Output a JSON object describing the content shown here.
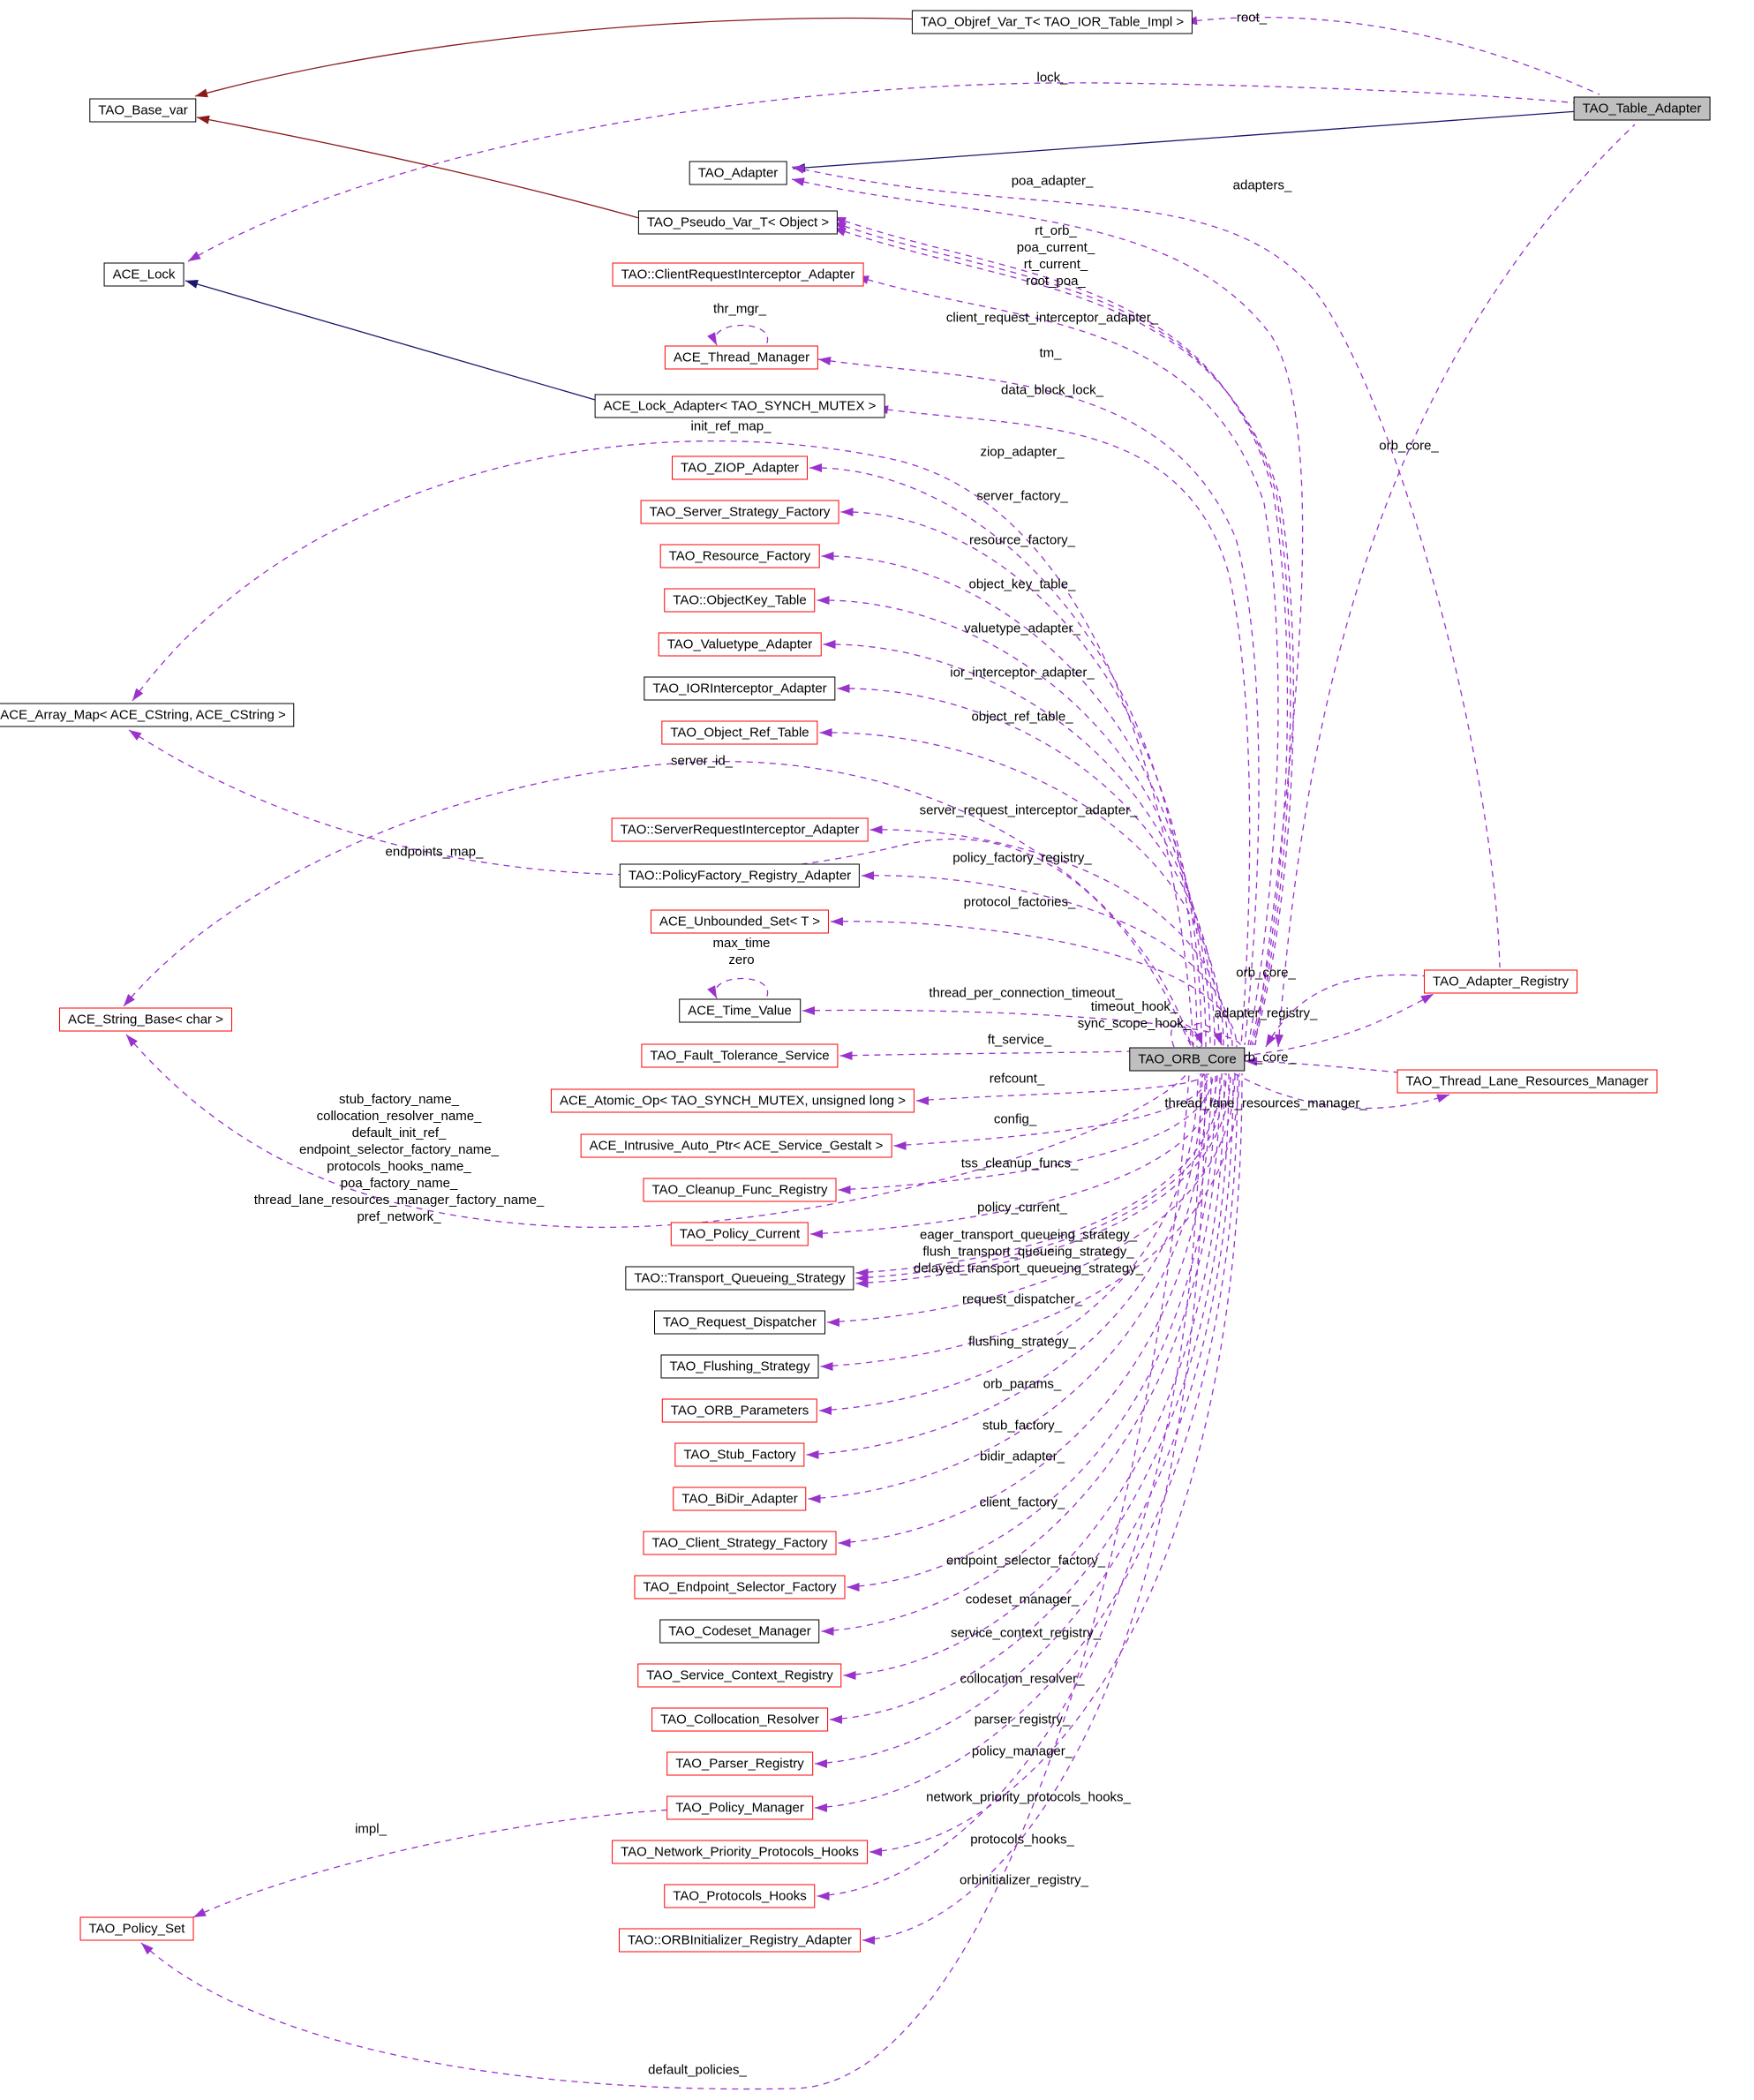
{
  "diagram": {
    "type": "doxygen-collaboration-graph",
    "central_class": "TAO_ORB_Core",
    "colors": {
      "usage_edge": "#9a32cd",
      "public_inheritance_edge": "#191970",
      "private_inheritance_edge": "#8b1a1a",
      "node_border_black": "#000000",
      "node_border_red": "#ff0000",
      "node_fill": "#ffffff",
      "highlight_fill": "#bfbfbf",
      "text": "#000000",
      "background": "#ffffff"
    },
    "nodes": [
      {
        "id": "tao_base_var",
        "label": "TAO_Base_var",
        "border": "black",
        "fill": "white"
      },
      {
        "id": "ace_lock",
        "label": "ACE_Lock",
        "border": "black",
        "fill": "white"
      },
      {
        "id": "ace_array_map",
        "label": "ACE_Array_Map< ACE_CString, ACE_CString >",
        "border": "black",
        "fill": "white"
      },
      {
        "id": "ace_string_base",
        "label": "ACE_String_Base< char >",
        "border": "red",
        "fill": "white"
      },
      {
        "id": "tao_policy_set",
        "label": "TAO_Policy_Set",
        "border": "red",
        "fill": "white"
      },
      {
        "id": "tao_objref_var_t",
        "label": "TAO_Objref_Var_T< TAO_IOR_Table_Impl >",
        "border": "black",
        "fill": "white"
      },
      {
        "id": "tao_table_adapter",
        "label": "TAO_Table_Adapter",
        "border": "black",
        "fill": "gray"
      },
      {
        "id": "tao_adapter",
        "label": "TAO_Adapter",
        "border": "black",
        "fill": "white"
      },
      {
        "id": "tao_pseudo_var_t",
        "label": "TAO_Pseudo_Var_T< Object >",
        "border": "black",
        "fill": "white"
      },
      {
        "id": "cria",
        "label": "TAO::ClientRequestInterceptor_Adapter",
        "border": "red",
        "fill": "white"
      },
      {
        "id": "ace_thread_manager",
        "label": "ACE_Thread_Manager",
        "border": "red",
        "fill": "white"
      },
      {
        "id": "ace_lock_adapter",
        "label": "ACE_Lock_Adapter< TAO_SYNCH_MUTEX >",
        "border": "black",
        "fill": "white"
      },
      {
        "id": "tao_ziop_adapter",
        "label": "TAO_ZIOP_Adapter",
        "border": "red",
        "fill": "white"
      },
      {
        "id": "tao_server_strategy_factory",
        "label": "TAO_Server_Strategy_Factory",
        "border": "red",
        "fill": "white"
      },
      {
        "id": "tao_resource_factory",
        "label": "TAO_Resource_Factory",
        "border": "red",
        "fill": "white"
      },
      {
        "id": "tao_objectkey_table",
        "label": "TAO::ObjectKey_Table",
        "border": "red",
        "fill": "white"
      },
      {
        "id": "tao_valuetype_adapter",
        "label": "TAO_Valuetype_Adapter",
        "border": "red",
        "fill": "white"
      },
      {
        "id": "tao_iorinterceptor_adapter",
        "label": "TAO_IORInterceptor_Adapter",
        "border": "black",
        "fill": "white"
      },
      {
        "id": "tao_object_ref_table",
        "label": "TAO_Object_Ref_Table",
        "border": "red",
        "fill": "white"
      },
      {
        "id": "sria",
        "label": "TAO::ServerRequestInterceptor_Adapter",
        "border": "red",
        "fill": "white"
      },
      {
        "id": "pfra",
        "label": "TAO::PolicyFactory_Registry_Adapter",
        "border": "black",
        "fill": "white"
      },
      {
        "id": "ace_unbounded_set",
        "label": "ACE_Unbounded_Set< T >",
        "border": "red",
        "fill": "white"
      },
      {
        "id": "ace_time_value",
        "label": "ACE_Time_Value",
        "border": "black",
        "fill": "white"
      },
      {
        "id": "tao_fault_tolerance_service",
        "label": "TAO_Fault_Tolerance_Service",
        "border": "red",
        "fill": "white"
      },
      {
        "id": "ace_atomic_op",
        "label": "ACE_Atomic_Op< TAO_SYNCH_MUTEX, unsigned long >",
        "border": "red",
        "fill": "white"
      },
      {
        "id": "ace_intrusive_auto_ptr",
        "label": "ACE_Intrusive_Auto_Ptr< ACE_Service_Gestalt >",
        "border": "red",
        "fill": "white"
      },
      {
        "id": "tao_cleanup_func_registry",
        "label": "TAO_Cleanup_Func_Registry",
        "border": "red",
        "fill": "white"
      },
      {
        "id": "tao_policy_current",
        "label": "TAO_Policy_Current",
        "border": "red",
        "fill": "white"
      },
      {
        "id": "tqs",
        "label": "TAO::Transport_Queueing_Strategy",
        "border": "black",
        "fill": "white"
      },
      {
        "id": "tao_request_dispatcher",
        "label": "TAO_Request_Dispatcher",
        "border": "black",
        "fill": "white"
      },
      {
        "id": "tao_flushing_strategy",
        "label": "TAO_Flushing_Strategy",
        "border": "black",
        "fill": "white"
      },
      {
        "id": "tao_orb_parameters",
        "label": "TAO_ORB_Parameters",
        "border": "red",
        "fill": "white"
      },
      {
        "id": "tao_stub_factory",
        "label": "TAO_Stub_Factory",
        "border": "red",
        "fill": "white"
      },
      {
        "id": "tao_bidir_adapter",
        "label": "TAO_BiDir_Adapter",
        "border": "red",
        "fill": "white"
      },
      {
        "id": "tao_client_strategy_factory",
        "label": "TAO_Client_Strategy_Factory",
        "border": "red",
        "fill": "white"
      },
      {
        "id": "tao_endpoint_selector_factory",
        "label": "TAO_Endpoint_Selector_Factory",
        "border": "red",
        "fill": "white"
      },
      {
        "id": "tao_codeset_manager",
        "label": "TAO_Codeset_Manager",
        "border": "black",
        "fill": "white"
      },
      {
        "id": "tao_service_context_registry",
        "label": "TAO_Service_Context_Registry",
        "border": "red",
        "fill": "white"
      },
      {
        "id": "tao_collocation_resolver",
        "label": "TAO_Collocation_Resolver",
        "border": "red",
        "fill": "white"
      },
      {
        "id": "tao_parser_registry",
        "label": "TAO_Parser_Registry",
        "border": "red",
        "fill": "white"
      },
      {
        "id": "tao_policy_manager",
        "label": "TAO_Policy_Manager",
        "border": "red",
        "fill": "white"
      },
      {
        "id": "tnpph",
        "label": "TAO_Network_Priority_Protocols_Hooks",
        "border": "red",
        "fill": "white"
      },
      {
        "id": "tao_protocols_hooks",
        "label": "TAO_Protocols_Hooks",
        "border": "red",
        "fill": "white"
      },
      {
        "id": "toira",
        "label": "TAO::ORBInitializer_Registry_Adapter",
        "border": "red",
        "fill": "white"
      },
      {
        "id": "tao_orb_core",
        "label": "TAO_ORB_Core",
        "border": "black",
        "fill": "gray"
      },
      {
        "id": "tao_adapter_registry",
        "label": "TAO_Adapter_Registry",
        "border": "red",
        "fill": "white"
      },
      {
        "id": "tlrm",
        "label": "TAO_Thread_Lane_Resources_Manager",
        "border": "red",
        "fill": "white"
      }
    ],
    "edge_labels": [
      {
        "id": "lock",
        "lines": [
          "lock_"
        ]
      },
      {
        "id": "root",
        "lines": [
          "root_"
        ]
      },
      {
        "id": "adapters",
        "lines": [
          "adapters_"
        ]
      },
      {
        "id": "poa_adapter",
        "lines": [
          "poa_adapter_"
        ]
      },
      {
        "id": "rt_orb_block",
        "lines": [
          "rt_orb_",
          "poa_current_",
          "rt_current_",
          "root_poa_"
        ]
      },
      {
        "id": "client_request_interceptor_adapter",
        "lines": [
          "client_request_interceptor_adapter_"
        ]
      },
      {
        "id": "tm",
        "lines": [
          "tm_"
        ]
      },
      {
        "id": "data_block_lock",
        "lines": [
          "data_block_lock_"
        ]
      },
      {
        "id": "thr_mgr",
        "lines": [
          "thr_mgr_"
        ]
      },
      {
        "id": "init_ref_map",
        "lines": [
          "init_ref_map_"
        ]
      },
      {
        "id": "ziop_adapter",
        "lines": [
          "ziop_adapter_"
        ]
      },
      {
        "id": "server_factory",
        "lines": [
          "server_factory_"
        ]
      },
      {
        "id": "resource_factory",
        "lines": [
          "resource_factory_"
        ]
      },
      {
        "id": "object_key_table",
        "lines": [
          "object_key_table_"
        ]
      },
      {
        "id": "valuetype_adapter",
        "lines": [
          "valuetype_adapter_"
        ]
      },
      {
        "id": "ior_interceptor_adapter",
        "lines": [
          "ior_interceptor_adapter_"
        ]
      },
      {
        "id": "object_ref_table",
        "lines": [
          "object_ref_table_"
        ]
      },
      {
        "id": "server_id",
        "lines": [
          "server_id_"
        ]
      },
      {
        "id": "server_request_interceptor_adapter",
        "lines": [
          "server_request_interceptor_adapter_"
        ]
      },
      {
        "id": "policy_factory_registry",
        "lines": [
          "policy_factory_registry_"
        ]
      },
      {
        "id": "protocol_factories",
        "lines": [
          "protocol_factories_"
        ]
      },
      {
        "id": "endpoints_map",
        "lines": [
          "endpoints_map_"
        ]
      },
      {
        "id": "max_time_zero",
        "lines": [
          "max_time",
          "zero"
        ]
      },
      {
        "id": "thread_per_connection_timeout",
        "lines": [
          "thread_per_connection_timeout_"
        ]
      },
      {
        "id": "timeout_hooks",
        "lines": [
          "timeout_hook_",
          "sync_scope_hook_"
        ]
      },
      {
        "id": "ft_service",
        "lines": [
          "ft_service_"
        ]
      },
      {
        "id": "refcount",
        "lines": [
          "refcount_"
        ]
      },
      {
        "id": "config",
        "lines": [
          "config_"
        ]
      },
      {
        "id": "tss_cleanup_funcs",
        "lines": [
          "tss_cleanup_funcs_"
        ]
      },
      {
        "id": "policy_current",
        "lines": [
          "policy_current_"
        ]
      },
      {
        "id": "queueing_strategies",
        "lines": [
          "eager_transport_queueing_strategy_",
          "flush_transport_queueing_strategy_",
          "delayed_transport_queueing_strategy_"
        ]
      },
      {
        "id": "request_dispatcher",
        "lines": [
          "request_dispatcher_"
        ]
      },
      {
        "id": "flushing_strategy",
        "lines": [
          "flushing_strategy_"
        ]
      },
      {
        "id": "orb_params",
        "lines": [
          "orb_params_"
        ]
      },
      {
        "id": "stub_factory",
        "lines": [
          "stub_factory_"
        ]
      },
      {
        "id": "bidir_adapter",
        "lines": [
          "bidir_adapter_"
        ]
      },
      {
        "id": "client_factory",
        "lines": [
          "client_factory_"
        ]
      },
      {
        "id": "endpoint_selector_factory",
        "lines": [
          "endpoint_selector_factory_"
        ]
      },
      {
        "id": "codeset_manager",
        "lines": [
          "codeset_manager_"
        ]
      },
      {
        "id": "service_context_registry",
        "lines": [
          "service_context_registry_"
        ]
      },
      {
        "id": "collocation_resolver",
        "lines": [
          "collocation_resolver_"
        ]
      },
      {
        "id": "parser_registry",
        "lines": [
          "parser_registry_"
        ]
      },
      {
        "id": "policy_manager",
        "lines": [
          "policy_manager_"
        ]
      },
      {
        "id": "network_priority_protocols_hooks",
        "lines": [
          "network_priority_protocols_hooks_"
        ]
      },
      {
        "id": "protocols_hooks",
        "lines": [
          "protocols_hooks_"
        ]
      },
      {
        "id": "orbinitializer_registry",
        "lines": [
          "orbinitializer_registry_"
        ]
      },
      {
        "id": "string_member_names",
        "lines": [
          "stub_factory_name_",
          "collocation_resolver_name_",
          "default_init_ref_",
          "endpoint_selector_factory_name_",
          "protocols_hooks_name_",
          "poa_factory_name_",
          "thread_lane_resources_manager_factory_name_",
          "pref_network_"
        ]
      },
      {
        "id": "impl",
        "lines": [
          "impl_"
        ]
      },
      {
        "id": "default_policies",
        "lines": [
          "default_policies_"
        ]
      },
      {
        "id": "orb_core_top",
        "lines": [
          "orb_core_"
        ]
      },
      {
        "id": "orb_core_r1",
        "lines": [
          "orb_core_"
        ]
      },
      {
        "id": "adapter_registry",
        "lines": [
          "adapter_registry_"
        ]
      },
      {
        "id": "orb_core_r2",
        "lines": [
          "orb_core_"
        ]
      },
      {
        "id": "thread_lane_resources_manager",
        "lines": [
          "thread_lane_resources_manager_"
        ]
      }
    ]
  }
}
